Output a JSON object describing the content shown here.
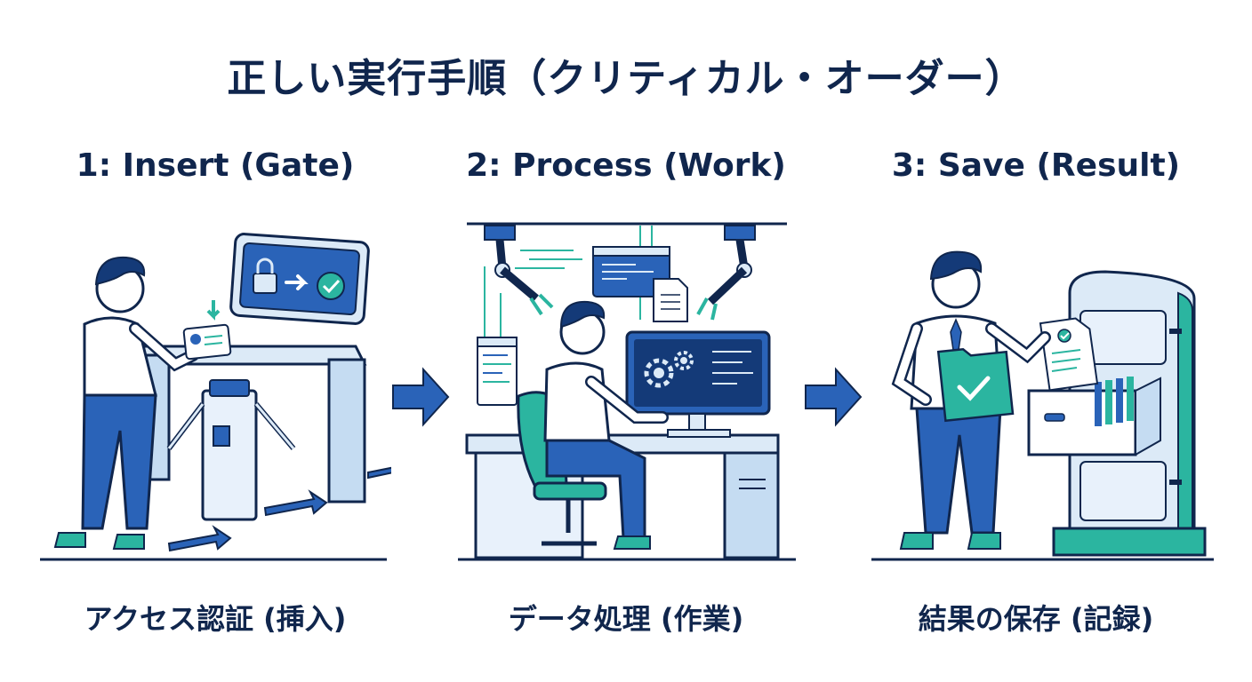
{
  "title": "正しい実行手順（クリティカル・オーダー）",
  "steps": [
    {
      "label": "1: Insert (Gate)",
      "caption": "アクセス認証 (挿入)"
    },
    {
      "label": "2: Process (Work)",
      "caption": "データ処理 (作業)"
    },
    {
      "label": "3: Save (Result)",
      "caption": "結果の保存 (記録)"
    }
  ],
  "colors": {
    "navy": "#10264d",
    "blue": "#2a63b8",
    "light_blue": "#dceaf7",
    "teal": "#2bb5a0",
    "outline": "#10264d"
  },
  "icons": [
    "lock-icon",
    "arrow-right-icon",
    "check-circle-icon",
    "gear-icon",
    "document-icon",
    "folder-check-icon"
  ]
}
